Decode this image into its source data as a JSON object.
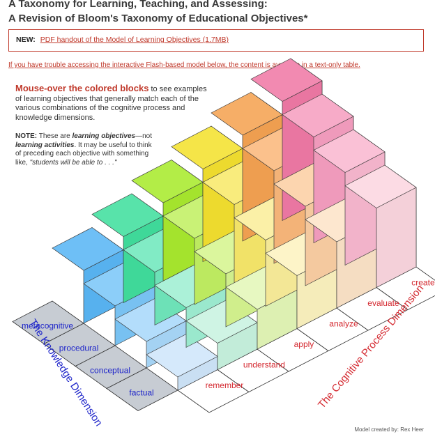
{
  "header": {
    "title_line1": "A Taxonomy for Learning, Teaching, and Assessing:",
    "title_line2": "A Revision of Bloom's Taxonomy of Educational Objectives*"
  },
  "notice": {
    "new_label": "NEW:",
    "link_text": "PDF handout of the Model of Learning Objectives (1.7MB)"
  },
  "text_only_link": "If you have trouble accessing the interactive Flash-based model below, the content is available in a text-only table.",
  "intro": {
    "highlight": "Mouse-over the colored blocks",
    "rest": " to see examples of learning objectives that generally match each of the various combinations of the cognitive process and knowledge dimensions."
  },
  "note": {
    "label": "NOTE:",
    "text_1": " These are ",
    "emph_1": "learning objectives",
    "text_2": "—not ",
    "emph_2": "learning activities",
    "text_3": ". It may be useful to think of preceding each objective with something like, ",
    "quote": "\"students will be able to . . .\""
  },
  "model": {
    "knowledge_axis_title": "The Knowledge Dimension",
    "cognitive_axis_title": "The Cognitive Process Dimension",
    "knowledge_levels": [
      "factual",
      "conceptual",
      "procedural",
      "metacognitive"
    ],
    "cognitive_levels": [
      "remember",
      "understand",
      "apply",
      "analyze",
      "evaluate",
      "create"
    ],
    "axis_color_knowledge": "#1d24c9",
    "axis_color_cognitive": "#d4282f",
    "block_colors": {
      "factual": [
        "#cfe6fb",
        "#c8f3e0",
        "#e4f7b8",
        "#fdf3c0",
        "#fde4c8",
        "#fcd6e0"
      ],
      "conceptual": [
        "#a9d8fa",
        "#9fefd3",
        "#d6f590",
        "#fbee9b",
        "#fccfa4",
        "#f9b9d0"
      ],
      "procedural": [
        "#7cc7f8",
        "#70e8bd",
        "#c2f063",
        "#f8e96b",
        "#fab97c",
        "#f69fc1"
      ],
      "metacognitive": [
        "#5ab6f5",
        "#41df9e",
        "#a9ea2e",
        "#f4e12f",
        "#f5a352",
        "#f07aa6"
      ]
    }
  },
  "credit": "Model created by: Rex Heer"
}
